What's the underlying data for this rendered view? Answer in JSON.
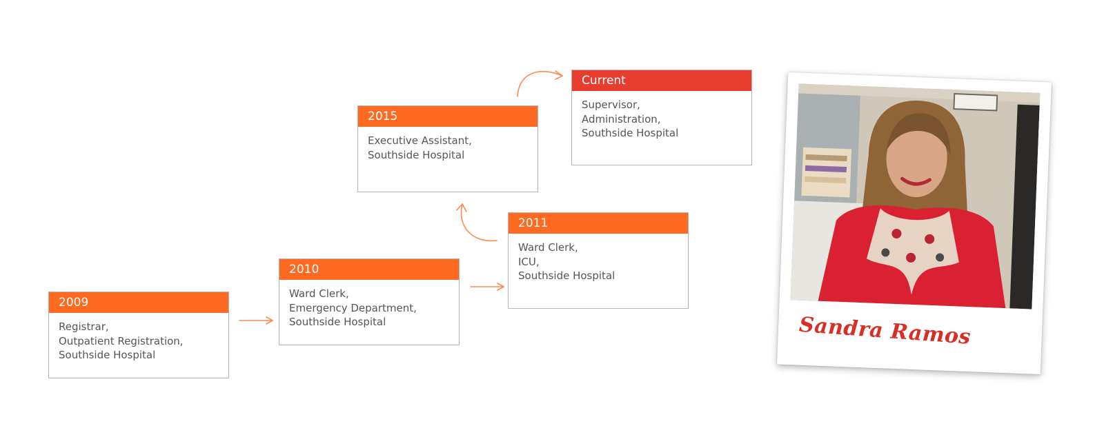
{
  "accent_orange": "#ff6a23",
  "accent_red": "#e63d2f",
  "arrow_color": "#ff8a4f",
  "timeline": [
    {
      "year": "2009",
      "lines": [
        "Registrar,",
        "Outpatient Registration,",
        "Southside Hospital"
      ]
    },
    {
      "year": "2010",
      "lines": [
        "Ward Clerk,",
        "Emergency Department,",
        "Southside Hospital"
      ]
    },
    {
      "year": "2011",
      "lines": [
        "Ward Clerk,",
        "ICU,",
        "Southside Hospital"
      ]
    },
    {
      "year": "2015",
      "lines": [
        "Executive Assistant,",
        "Southside Hospital"
      ]
    },
    {
      "year": "Current",
      "lines": [
        "Supervisor,",
        "Administration,",
        "Southside Hospital"
      ]
    }
  ],
  "profile": {
    "name": "Sandra Ramos"
  }
}
